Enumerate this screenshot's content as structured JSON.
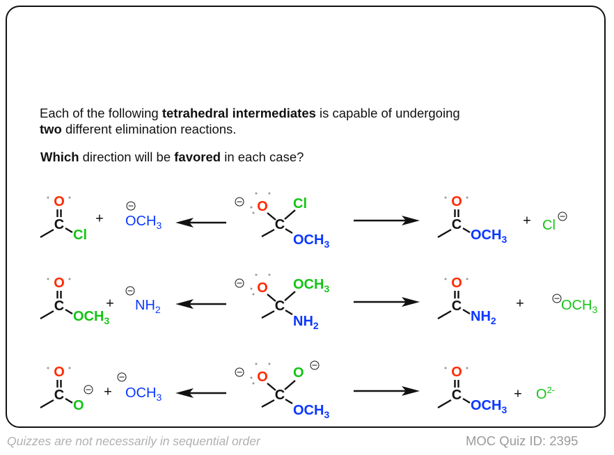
{
  "intro": {
    "line1_a": "Each of the following ",
    "line1_b": "tetrahedral intermediates",
    "line1_c": " is capable of undergoing",
    "line2_a": "two",
    "line2_b": " different elimination reactions.",
    "q_a": "Which",
    "q_b": " direction will be ",
    "q_c": "favored",
    "q_d": " in each case?"
  },
  "colors": {
    "red": "#ff2a00",
    "green": "#14c414",
    "blue": "#0a37ff",
    "black": "#111111"
  },
  "rows": [
    {
      "left_product": {
        "top": "O",
        "center": "C",
        "sub": {
          "text": "Cl",
          "sub": "",
          "sup": "",
          "color": "green",
          "charge": false
        }
      },
      "left_plus": "+",
      "left_ion": {
        "text": "OCH",
        "sub": "3",
        "sup": "",
        "color": "blue",
        "charge": true
      },
      "intermediate": {
        "top": "O",
        "center": "C",
        "upper": {
          "text": "Cl",
          "sub": "",
          "sup": "",
          "color": "green",
          "charge": false
        },
        "lower": {
          "text": "OCH",
          "sub": "3",
          "sup": "",
          "color": "blue",
          "charge": false
        }
      },
      "right_product": {
        "top": "O",
        "center": "C",
        "sub": {
          "text": "OCH",
          "sub": "3",
          "sup": "",
          "color": "blue",
          "charge": false
        }
      },
      "right_plus": "+",
      "right_ion": {
        "text": "Cl",
        "sub": "",
        "sup": "",
        "color": "green",
        "charge": true
      }
    },
    {
      "left_product": {
        "top": "O",
        "center": "C",
        "sub": {
          "text": "OCH",
          "sub": "3",
          "sup": "",
          "color": "green",
          "charge": false
        }
      },
      "left_plus": "+",
      "left_ion": {
        "text": "NH",
        "sub": "2",
        "sup": "",
        "color": "blue",
        "charge": true
      },
      "intermediate": {
        "top": "O",
        "center": "C",
        "upper": {
          "text": "OCH",
          "sub": "3",
          "sup": "",
          "color": "green",
          "charge": false
        },
        "lower": {
          "text": "NH",
          "sub": "2",
          "sup": "",
          "color": "blue",
          "charge": false
        }
      },
      "right_product": {
        "top": "O",
        "center": "C",
        "sub": {
          "text": "NH",
          "sub": "2",
          "sup": "",
          "color": "blue",
          "charge": false
        }
      },
      "right_plus": "+",
      "right_ion": {
        "text": "OCH",
        "sub": "3",
        "sup": "",
        "color": "green",
        "charge": true
      }
    },
    {
      "left_product": {
        "top": "O",
        "center": "C",
        "sub": {
          "text": "O",
          "sub": "",
          "sup": "",
          "color": "green",
          "charge": true
        }
      },
      "left_plus": "+",
      "left_ion": {
        "text": "OCH",
        "sub": "3",
        "sup": "",
        "color": "blue",
        "charge": true
      },
      "intermediate": {
        "top": "O",
        "center": "C",
        "upper": {
          "text": "O",
          "sub": "",
          "sup": "",
          "color": "green",
          "charge": true
        },
        "lower": {
          "text": "OCH",
          "sub": "3",
          "sup": "",
          "color": "blue",
          "charge": false
        }
      },
      "right_product": {
        "top": "O",
        "center": "C",
        "sub": {
          "text": "OCH",
          "sub": "3",
          "sup": "",
          "color": "blue",
          "charge": false
        }
      },
      "right_plus": "+",
      "right_ion": {
        "text": "O",
        "sub": "",
        "sup": "2-",
        "color": "green",
        "charge": false
      }
    }
  ],
  "footer": {
    "note": "Quizzes are not necessarily in sequential order",
    "quiz_id": "MOC Quiz ID: 2395"
  }
}
